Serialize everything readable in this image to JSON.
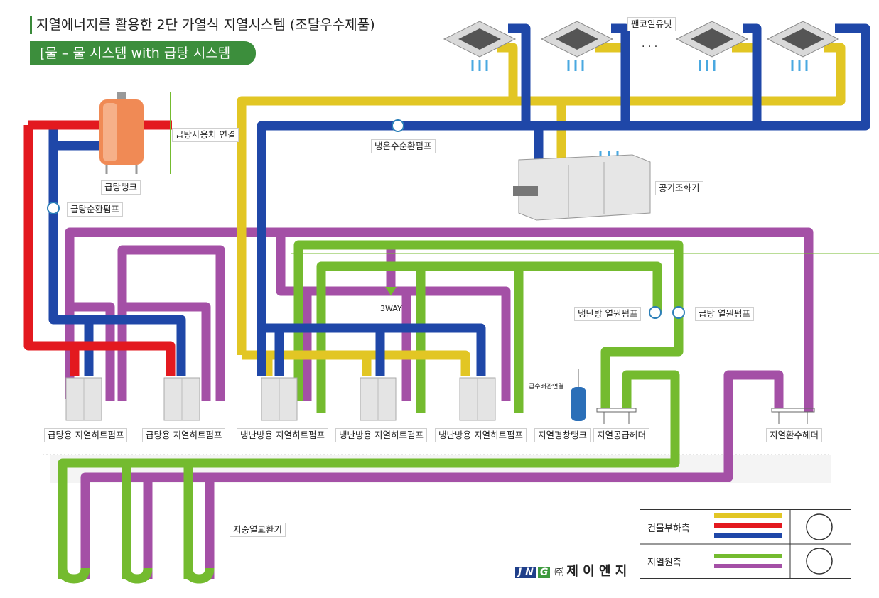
{
  "title": "지열에너지를 활용한 2단 가열식 지열시스템 (조달우수제품)",
  "subtitle": "[물 – 물 시스템 with 급탕 시스템",
  "colors": {
    "yellow": "#e2c624",
    "blue": "#1f47a8",
    "red": "#e3191f",
    "green": "#74bb2f",
    "purple": "#a450a6",
    "header_green": "#3c8e3c"
  },
  "labels": {
    "fan_coil": "팬코일유닛",
    "fan_coil_dots": "· · ·",
    "hot_water_user": "급탕사용처 연결",
    "hot_water_tank": "급탕탱크",
    "hot_water_pump": "급탕순환펌프",
    "chilled_pump": "냉온수순환펌프",
    "ahu": "공기조화기",
    "three_way": "3WAY",
    "cool_heat_source_pump": "냉난방 열원펌프",
    "hot_water_source_pump": "급탕 열원펌프",
    "water_supply": "급수배관연결",
    "hp1": "급탕용 지열히트펌프",
    "hp2": "급탕용 지열히트펌프",
    "hp3": "냉난방용 지열히트펌프",
    "hp4": "냉난방용 지열히트펌프",
    "hp5": "냉난방용 지열히트펌프",
    "expansion_tank": "지열평창탱크",
    "supply_header": "지열공급헤더",
    "return_header": "지열환수헤더",
    "ground_hx": "지중열교환기"
  },
  "legend": {
    "building_side": "건물부하측",
    "ground_side": "지열원측"
  },
  "logo": {
    "mark1": "J N",
    "mark2": "G",
    "corp": "㈜",
    "name": "제 이 엔 지"
  }
}
